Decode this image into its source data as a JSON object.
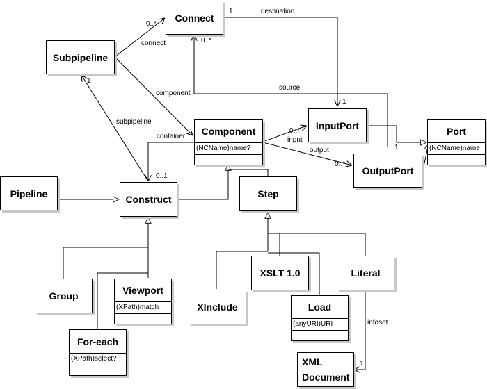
{
  "diagram": {
    "type": "UML class diagram",
    "classes": {
      "connect": {
        "name": "Connect"
      },
      "subpipeline": {
        "name": "Subpipeline"
      },
      "component": {
        "name": "Component",
        "attribute": "(NCName)name?"
      },
      "inputport": {
        "name": "InputPort"
      },
      "outputport": {
        "name": "OutputPort"
      },
      "port": {
        "name": "Port",
        "attribute": "(NCName)name"
      },
      "pipeline": {
        "name": "Pipeline"
      },
      "construct": {
        "name": "Construct"
      },
      "step": {
        "name": "Step"
      },
      "group": {
        "name": "Group"
      },
      "viewport": {
        "name": "Viewport",
        "attribute": "(XPath)match"
      },
      "foreach": {
        "name": "For-each",
        "attribute": "(XPath)select?"
      },
      "xinclude": {
        "name": "XInclude"
      },
      "xslt": {
        "name": "XSLT 1.0"
      },
      "load": {
        "name": "Load",
        "attribute": "(anyURI)URI"
      },
      "literal": {
        "name": "Literal"
      },
      "xmldoc": {
        "name": "XML Document"
      }
    },
    "labels": {
      "destination": "destination",
      "dest_mult_connect": "1",
      "dest_mult_input": "1",
      "connect_role": "connect",
      "connect_mult": "0..*",
      "component_role": "component",
      "component_mult": "0..*",
      "source": "source",
      "source_mult": "1",
      "subpipeline_role": "subpipeline",
      "subpipeline_mult": "1",
      "container_role": "container",
      "container_mult": "0..1",
      "input_role": "input",
      "input_mult": "0..*",
      "output_role": "output",
      "output_mult": "0..*",
      "infoset_role": "infoset",
      "infoset_mult": "1"
    }
  }
}
